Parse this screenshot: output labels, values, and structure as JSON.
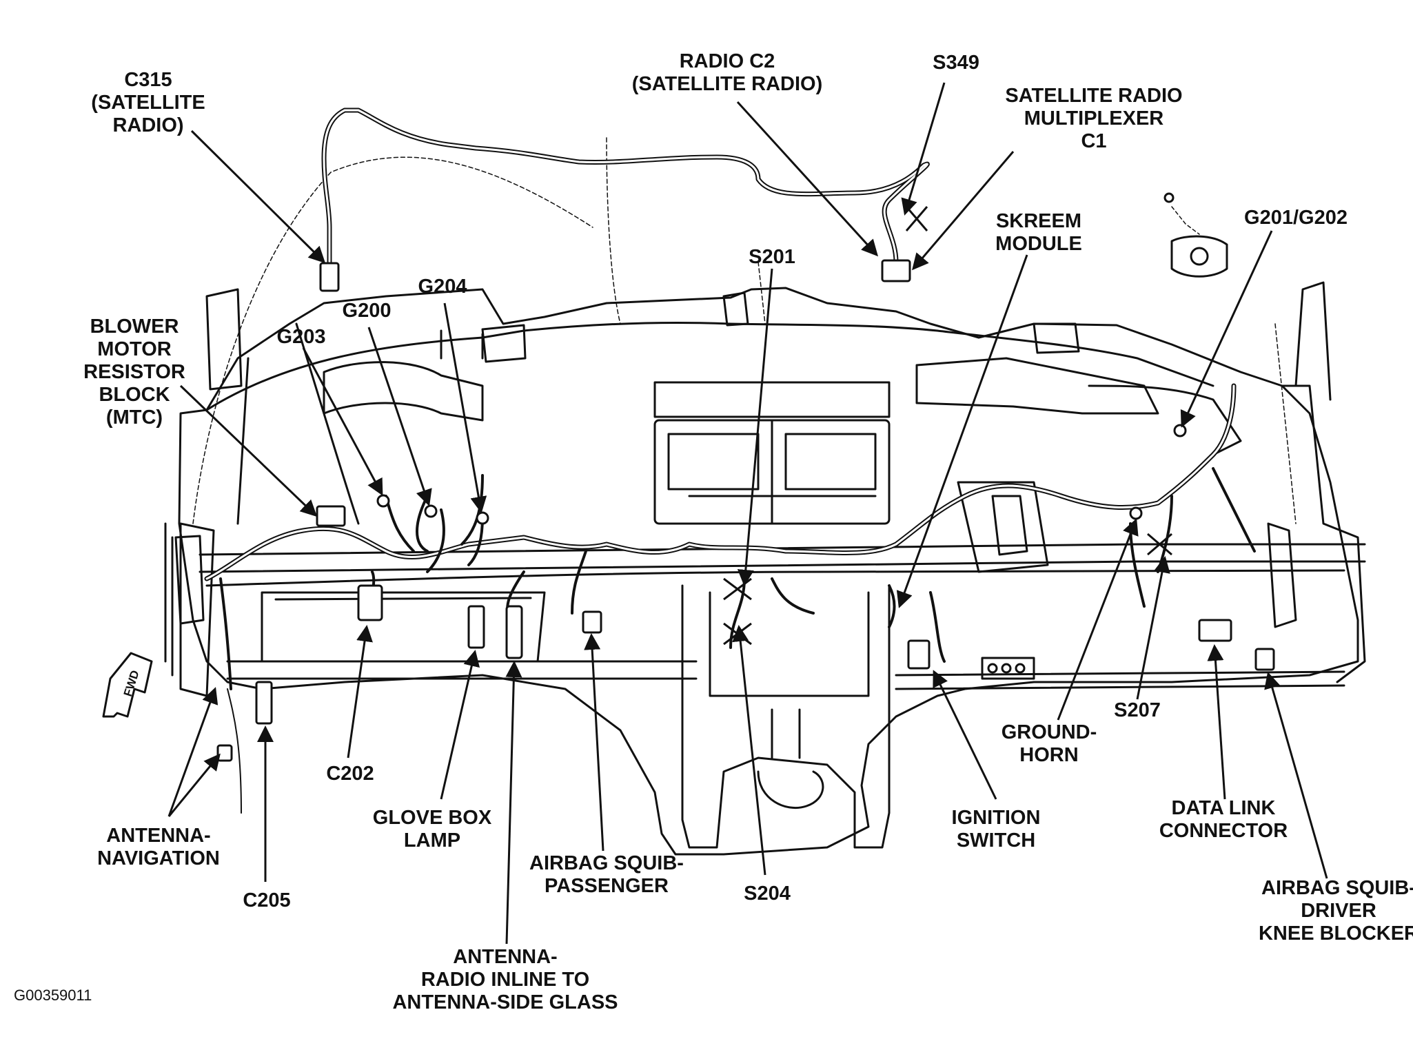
{
  "labels": {
    "c315": [
      "C315",
      "(SATELLITE",
      "RADIO)"
    ],
    "radio_c2": [
      "RADIO C2",
      "(SATELLITE RADIO)"
    ],
    "s349": [
      "S349"
    ],
    "sat_mux": [
      "SATELLITE RADIO",
      "MULTIPLEXER",
      "C1"
    ],
    "skreem": [
      "SKREEM",
      "MODULE"
    ],
    "g201_g202": [
      "G201/G202"
    ],
    "s201": [
      "S201"
    ],
    "g204": [
      "G204"
    ],
    "g200": [
      "G200"
    ],
    "g203": [
      "G203"
    ],
    "blower": [
      "BLOWER",
      "MOTOR",
      "RESISTOR",
      "BLOCK",
      "(MTC)"
    ],
    "ground_horn": [
      "GROUND-",
      "HORN"
    ],
    "s207": [
      "S207"
    ],
    "data_link": [
      "DATA LINK",
      "CONNECTOR"
    ],
    "airbag_driver": [
      "AIRBAG SQUIB-",
      "DRIVER",
      "KNEE BLOCKER"
    ],
    "ignition": [
      "IGNITION",
      "SWITCH"
    ],
    "s204": [
      "S204"
    ],
    "airbag_pass": [
      "AIRBAG SQUIB-",
      "PASSENGER"
    ],
    "antenna_radio": [
      "ANTENNA-",
      "RADIO INLINE TO",
      "ANTENNA-SIDE GLASS"
    ],
    "glove_box": [
      "GLOVE BOX",
      "LAMP"
    ],
    "c202": [
      "C202"
    ],
    "c205": [
      "C205"
    ],
    "antenna_nav": [
      "ANTENNA-",
      "NAVIGATION"
    ],
    "fwd": [
      "FWD"
    ]
  },
  "figure_code": "G00359011",
  "colors": {
    "ink": "#111111",
    "background": "#ffffff"
  }
}
